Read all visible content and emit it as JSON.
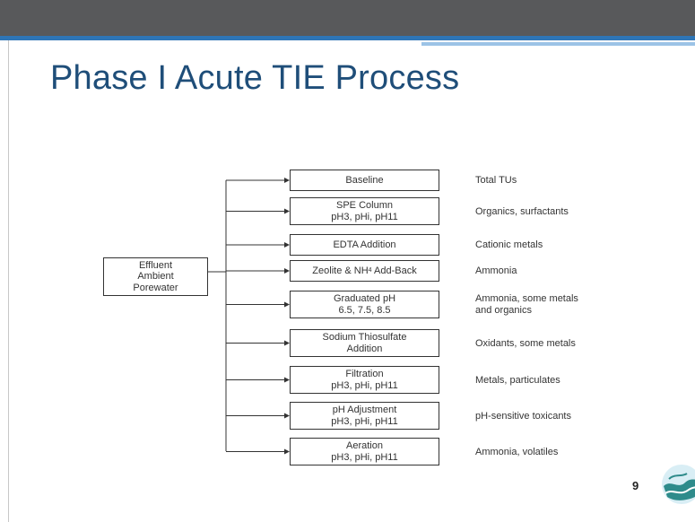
{
  "slide": {
    "title": "Phase I Acute TIE Process",
    "page_number": "9"
  },
  "source": {
    "label": "Effluent\nAmbient\nPorewater"
  },
  "steps": [
    {
      "label": "Baseline",
      "result": "Total TUs"
    },
    {
      "label": "SPE Column\npH3, pHi, pH11",
      "result": "Organics, surfactants"
    },
    {
      "label": "EDTA Addition",
      "result": "Cationic metals"
    },
    {
      "label": "Zeolite & NH",
      "label_sub": "4",
      "label_after": " Add-Back",
      "result": "Ammonia"
    },
    {
      "label": "Graduated pH\n6.5, 7.5, 8.5",
      "result": "Ammonia, some metals\nand organics"
    },
    {
      "label": "Sodium Thiosulfate\nAddition",
      "result": "Oxidants, some metals"
    },
    {
      "label": "Filtration\npH3, pHi, pH11",
      "result": "Metals, particulates"
    },
    {
      "label": "pH Adjustment\npH3, pHi, pH11",
      "result": "pH-sensitive toxicants"
    },
    {
      "label": "Aeration\npH3, pHi, pH11",
      "result": "Ammonia, volatiles"
    }
  ],
  "colors": {
    "title": "#1f4e79",
    "header_bar": "#58595b",
    "accent": "#2e75b6"
  },
  "icons": {
    "logo": "wave-logo-icon"
  }
}
